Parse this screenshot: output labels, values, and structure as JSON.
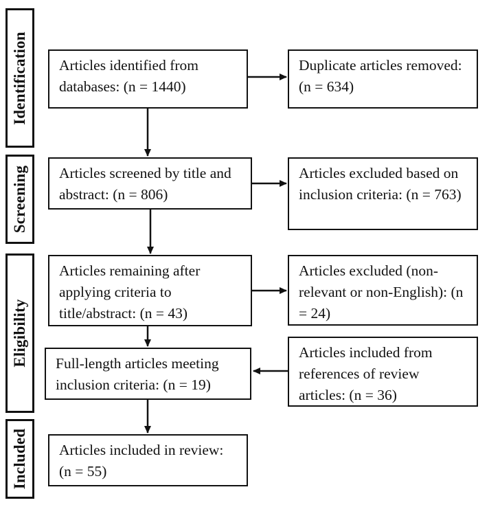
{
  "stages": {
    "identification": "Identification",
    "screening": "Screening",
    "eligibility": "Eligibility",
    "included": "Included"
  },
  "boxes": {
    "identified": "Articles identified from databases: (n = 1440)",
    "duplicates": "Duplicate articles removed: (n = 634)",
    "screened": "Articles screened by title and abstract: (n = 806)",
    "excluded_criteria": "Articles excluded based on inclusion criteria: (n = 763)",
    "remaining": "Articles remaining after applying criteria to title/abstract: (n = 43)",
    "excluded_nonrelevant": "Articles excluded (non-relevant or non-English): (n = 24)",
    "fulllength": "Full-length articles meeting inclusion criteria: (n = 19)",
    "from_references": "Articles included from references of review articles: (n = 36)",
    "included": "Articles included in review: (n = 55)"
  }
}
